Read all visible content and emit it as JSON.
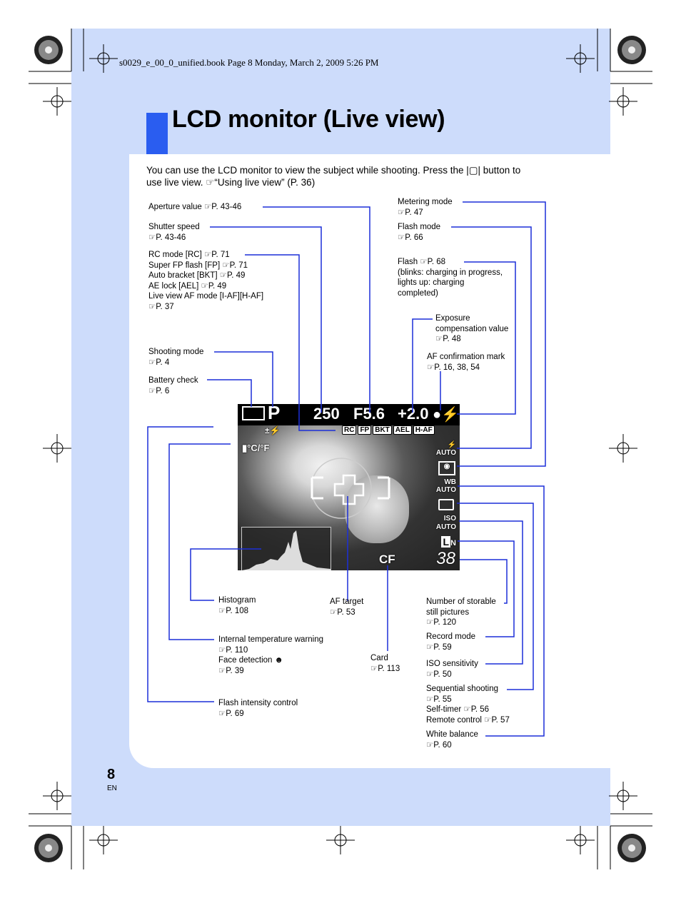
{
  "book_meta": "s0029_e_00_0_unified.book  Page 8  Monday, March 2, 2009  5:26 PM",
  "title": "LCD monitor (Live view)",
  "intro": {
    "line1": "You can use the LCD monitor to view the subject while shooting. Press the |▢| button to",
    "line2": "use live view. ☞“Using live view” (P. 36)"
  },
  "labels_left": {
    "aperture": "Aperture value ☞P. 43-46",
    "shutter_1": "Shutter speed",
    "shutter_2": "☞P. 43-46",
    "rc_1": "RC mode [RC] ☞P. 71",
    "rc_2": "Super FP flash [FP] ☞P. 71",
    "rc_3": "Auto bracket [BKT] ☞P. 49",
    "rc_4": "AE lock [AEL] ☞P. 49",
    "rc_5": "Live view AF mode [I-AF][H-AF]",
    "rc_6": "☞P. 37",
    "shooting_1": "Shooting mode",
    "shooting_2": "☞P. 4",
    "battery_1": "Battery check",
    "battery_2": "☞P. 6"
  },
  "labels_right": {
    "metering_1": "Metering mode",
    "metering_2": "☞P. 47",
    "flashmode_1": "Flash mode",
    "flashmode_2": "☞P. 66",
    "flash_1": "Flash ☞P. 68",
    "flash_2": "(blinks: charging in progress,",
    "flash_3": "lights up: charging",
    "flash_4": "completed)",
    "exposure_1": "Exposure",
    "exposure_2": "compensation value",
    "exposure_3": "☞P. 48",
    "afconf_1": "AF confirmation mark",
    "afconf_2": "☞P. 16, 38, 54"
  },
  "labels_bottom": {
    "histogram_1": "Histogram",
    "histogram_2": "☞P. 108",
    "temp_1": "Internal temperature warning",
    "temp_2": "☞P. 110",
    "temp_3": "Face detection ☻",
    "temp_4": "☞P. 39",
    "flashint_1": "Flash intensity control",
    "flashint_2": "☞P. 69",
    "aftarget_1": "AF target",
    "aftarget_2": "☞P. 53",
    "card_1": "Card",
    "card_2": "☞P. 113",
    "storable_1": "Number of storable",
    "storable_2": "still pictures",
    "storable_3": "☞P. 120",
    "record_1": "Record mode",
    "record_2": "☞P. 59",
    "iso_1": "ISO sensitivity",
    "iso_2": "☞P. 50",
    "seq_1": "Sequential shooting",
    "seq_2": "☞P. 55",
    "seq_3": "Self-timer ☞P. 56",
    "seq_4": "Remote control ☞P. 57",
    "wb_1": "White balance",
    "wb_2": "☞P. 60"
  },
  "lcd": {
    "mode": "P",
    "shutter": "250",
    "aperture": "F5.6",
    "exposure": "+2.0",
    "flash_comp": "±⚡",
    "temp": "°C/°F",
    "rc": "RC",
    "fp": "FP",
    "bkt": "BKT",
    "ael": "AEL",
    "haf": "H-AF",
    "flash_auto": "AUTO",
    "wb": "WB",
    "wb_auto": "AUTO",
    "iso": "ISO",
    "iso_auto": "AUTO",
    "record_l": "L",
    "record_n": "N",
    "count": "38",
    "card": "CF"
  },
  "page_number": "8",
  "page_lang": "EN",
  "colors": {
    "blue_band": "#cddcfb",
    "title_bar": "#2a5df0",
    "leader_line": "#1c2fd8"
  }
}
